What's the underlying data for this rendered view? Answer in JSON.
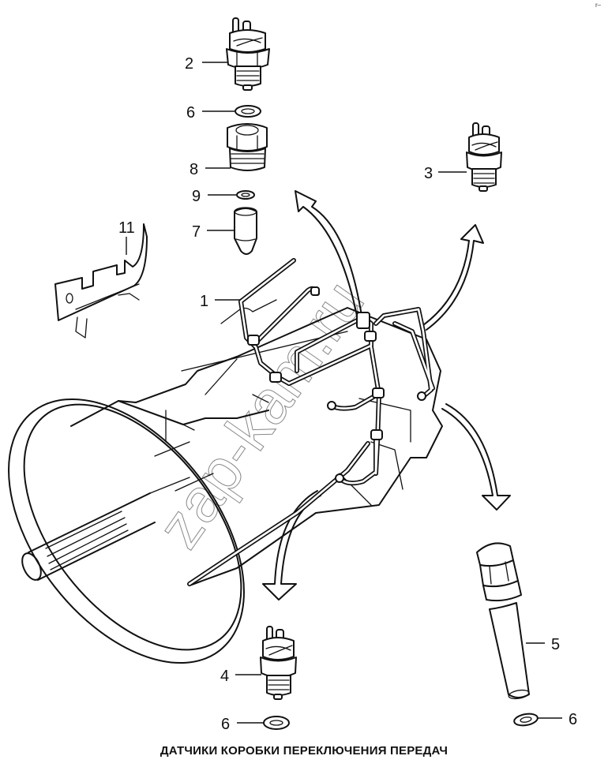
{
  "diagram": {
    "title": "ДАТЧИКИ КОРОБКИ ПЕРЕКЛЮЧЕНИЯ ПЕРЕДАЧ",
    "corner_mark": "r–",
    "watermark": "zap-kam.ru",
    "callouts": [
      {
        "id": "1",
        "label": "1",
        "part": "pipe-assembly"
      },
      {
        "id": "2",
        "label": "2",
        "part": "sensor-top"
      },
      {
        "id": "3",
        "label": "3",
        "part": "sensor-right"
      },
      {
        "id": "4",
        "label": "4",
        "part": "sensor-bottom"
      },
      {
        "id": "5",
        "label": "5",
        "part": "speed-sensor"
      },
      {
        "id": "6a",
        "label": "6",
        "part": "washer-top"
      },
      {
        "id": "6b",
        "label": "6",
        "part": "washer-bottom-left"
      },
      {
        "id": "6c",
        "label": "6",
        "part": "washer-bottom-right"
      },
      {
        "id": "7",
        "label": "7",
        "part": "plunger"
      },
      {
        "id": "8",
        "label": "8",
        "part": "adapter-fitting"
      },
      {
        "id": "9",
        "label": "9",
        "part": "small-washer"
      },
      {
        "id": "11",
        "label": "11",
        "part": "bracket"
      }
    ],
    "colors": {
      "line": "#111111",
      "background": "#ffffff",
      "watermark": "#8a8a8a"
    }
  }
}
